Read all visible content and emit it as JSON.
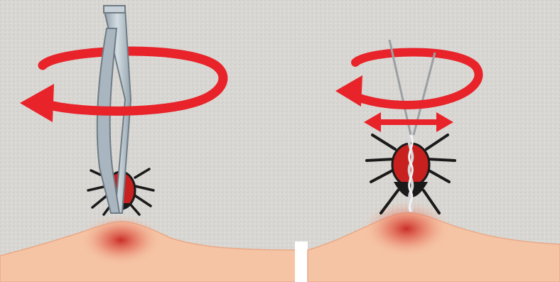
{
  "panels": [
    {
      "tool": "tweezers",
      "tool_icon": "tweezers-icon",
      "motion": "rotate",
      "motion_icon": "rotation-arrow-icon",
      "subject_icon": "tick-icon"
    },
    {
      "tool": "thread-loop",
      "tool_icon": "thread-loop-icon",
      "motion": [
        "rotate",
        "side-to-side"
      ],
      "motion_icons": [
        "rotation-arrow-icon",
        "double-headed-arrow-icon"
      ],
      "subject_icon": "tick-icon"
    }
  ],
  "colors": {
    "arrow": "#e8232a",
    "skin": "#f5c4a4",
    "skin_edge": "#e9a988",
    "inflammation": "#d93a2c",
    "tick_body": "#c8201f",
    "tick_dark": "#1a1a1a",
    "tweezers": "#b8c4cc",
    "tweezers_edge": "#6f7c86",
    "thread": "#9aa0a4",
    "background": "#d6d4d0",
    "divider": "#ffffff"
  }
}
